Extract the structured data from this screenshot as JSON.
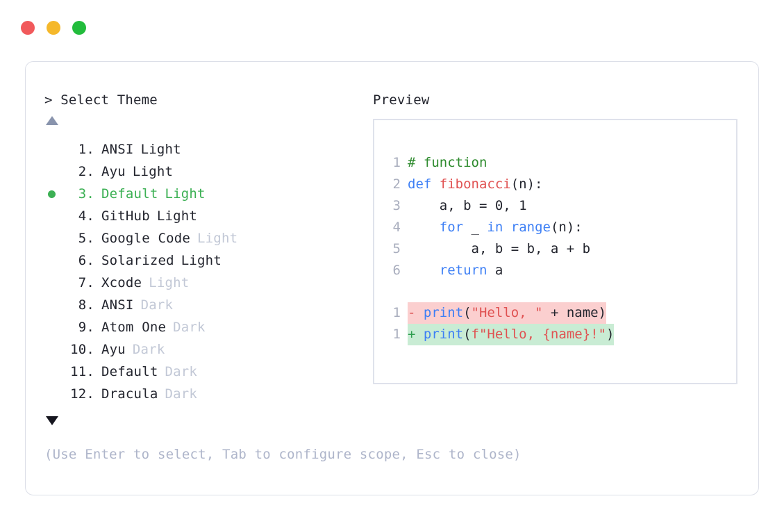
{
  "window": {
    "dots": [
      {
        "name": "close",
        "color": "#F1595B"
      },
      {
        "name": "minimize",
        "color": "#F5B82B"
      },
      {
        "name": "maximize",
        "color": "#22BC3C"
      }
    ]
  },
  "left": {
    "heading": "> Select Theme",
    "scroll_up": "▲",
    "scroll_down": "▼",
    "selected_index": 3,
    "themes": [
      {
        "index": "1.",
        "name": "ANSI",
        "variant": "Light",
        "variant_muted": false,
        "selected": false
      },
      {
        "index": "2.",
        "name": "Ayu",
        "variant": "Light",
        "variant_muted": false,
        "selected": false
      },
      {
        "index": "3.",
        "name": "Default",
        "variant": "Light",
        "variant_muted": false,
        "selected": true
      },
      {
        "index": "4.",
        "name": "GitHub",
        "variant": "Light",
        "variant_muted": false,
        "selected": false
      },
      {
        "index": "5.",
        "name": "Google Code",
        "variant": "Light",
        "variant_muted": true,
        "selected": false
      },
      {
        "index": "6.",
        "name": "Solarized",
        "variant": "Light",
        "variant_muted": false,
        "selected": false
      },
      {
        "index": "7.",
        "name": "Xcode",
        "variant": "Light",
        "variant_muted": true,
        "selected": false
      },
      {
        "index": "8.",
        "name": "ANSI",
        "variant": "Dark",
        "variant_muted": true,
        "selected": false
      },
      {
        "index": "9.",
        "name": "Atom One",
        "variant": "Dark",
        "variant_muted": true,
        "selected": false
      },
      {
        "index": "10.",
        "name": "Ayu",
        "variant": "Dark",
        "variant_muted": true,
        "selected": false
      },
      {
        "index": "11.",
        "name": "Default",
        "variant": "Dark",
        "variant_muted": true,
        "selected": false
      },
      {
        "index": "12.",
        "name": "Dracula",
        "variant": "Dark",
        "variant_muted": true,
        "selected": false
      }
    ]
  },
  "right": {
    "heading": "Preview",
    "code_lines": [
      {
        "no": "1",
        "tokens": [
          {
            "t": "# function",
            "c": "comment"
          }
        ]
      },
      {
        "no": "2",
        "tokens": [
          {
            "t": "def ",
            "c": "keyword"
          },
          {
            "t": "fibonacci",
            "c": "func"
          },
          {
            "t": "(n):",
            "c": "plain"
          }
        ]
      },
      {
        "no": "3",
        "tokens": [
          {
            "t": "    a, b = 0, 1",
            "c": "plain"
          }
        ]
      },
      {
        "no": "4",
        "tokens": [
          {
            "t": "    ",
            "c": "plain"
          },
          {
            "t": "for",
            "c": "keyword"
          },
          {
            "t": " _ ",
            "c": "plain"
          },
          {
            "t": "in",
            "c": "keyword"
          },
          {
            "t": " ",
            "c": "plain"
          },
          {
            "t": "range",
            "c": "builtin"
          },
          {
            "t": "(n):",
            "c": "plain"
          }
        ]
      },
      {
        "no": "5",
        "tokens": [
          {
            "t": "        a, b = b, a + b",
            "c": "plain"
          }
        ]
      },
      {
        "no": "6",
        "tokens": [
          {
            "t": "    ",
            "c": "plain"
          },
          {
            "t": "return",
            "c": "keyword"
          },
          {
            "t": " a",
            "c": "plain"
          }
        ]
      }
    ],
    "diff_lines": [
      {
        "no": "1",
        "kind": "del",
        "mark": "-",
        "tokens": [
          {
            "t": "print",
            "c": "builtin"
          },
          {
            "t": "(",
            "c": "plain"
          },
          {
            "t": "\"Hello, \"",
            "c": "string"
          },
          {
            "t": " + name)",
            "c": "plain"
          }
        ]
      },
      {
        "no": "1",
        "kind": "add",
        "mark": "+",
        "tokens": [
          {
            "t": "print",
            "c": "builtin"
          },
          {
            "t": "(",
            "c": "plain"
          },
          {
            "t": "f\"Hello, {name}!\"",
            "c": "string"
          },
          {
            "t": ")",
            "c": "plain"
          }
        ]
      }
    ]
  },
  "footer": {
    "hint": "(Use Enter to select, Tab to configure scope, Esc to close)"
  },
  "colors": {
    "selected_green": "#3cb054",
    "muted_text": "#c2c8d6",
    "hint_text": "#aeb5ca",
    "border": "#dcdfe8",
    "diff_del_bg": "#fbcfcf",
    "diff_add_bg": "#c9ecd4"
  }
}
